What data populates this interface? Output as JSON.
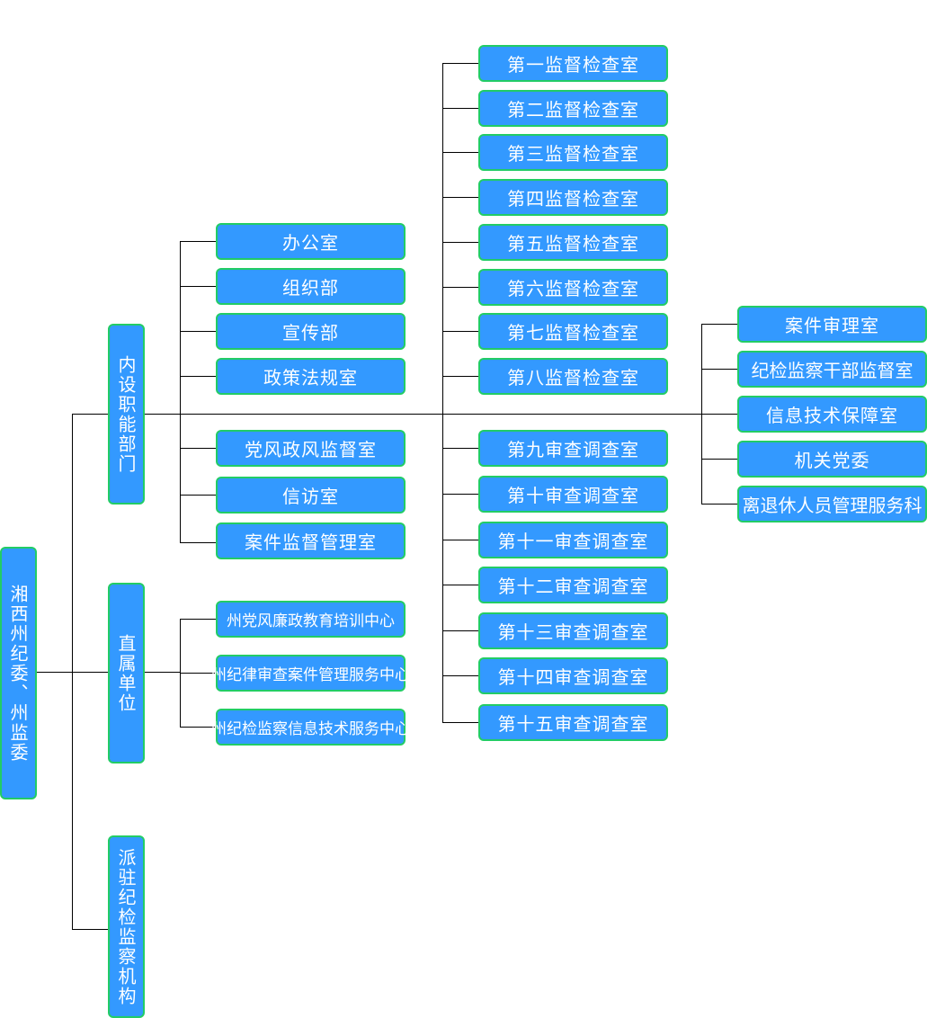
{
  "root": {
    "label": "湘西州纪委、州监委"
  },
  "branches": [
    {
      "label": "内设职能部门"
    },
    {
      "label": "直属单位"
    },
    {
      "label": "派驻纪检监察机构"
    }
  ],
  "internal_departments": [
    "办公室",
    "组织部",
    "宣传部",
    "政策法规室",
    "党风政风监督室",
    "信访室",
    "案件监督管理室"
  ],
  "direct_units": [
    "州党风廉政教育培训中心",
    "州纪律审查案件管理服务中心",
    "州纪检监察信息技术服务中心"
  ],
  "inspection_offices": [
    "第一监督检查室",
    "第二监督检查室",
    "第三监督检查室",
    "第四监督检查室",
    "第五监督检查室",
    "第六监督检查室",
    "第七监督检查室",
    "第八监督检查室",
    "第九审查调查室",
    "第十审查调查室",
    "第十一审查调查室",
    "第十二审查调查室",
    "第十三审查调查室",
    "第十四审查调查室",
    "第十五审查调查室"
  ],
  "other_offices": [
    "案件审理室",
    "纪检监察干部监督室",
    "信息技术保障室",
    "机关党委",
    "离退休人员管理服务科"
  ],
  "colors": {
    "box_fill": "#3399ff",
    "box_border": "#22cc66",
    "text": "#ffffff",
    "connector": "#000000"
  }
}
